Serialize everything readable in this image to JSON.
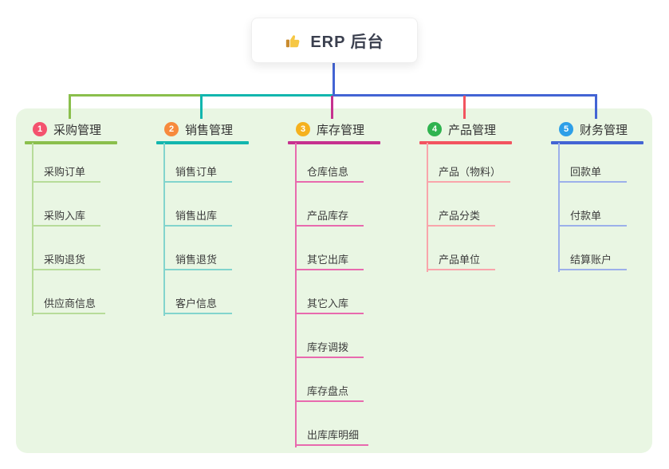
{
  "root": {
    "label": "ERP 后台",
    "icon": "thumbs-up-icon"
  },
  "branches": [
    {
      "index": "1",
      "label": "采购管理",
      "badge_color": "#f4526e",
      "line_color": "#8abf4c",
      "child_line_color": "#b7dc99",
      "children": [
        "采购订单",
        "采购入库",
        "采购退货",
        "供应商信息"
      ]
    },
    {
      "index": "2",
      "label": "销售管理",
      "badge_color": "#f78a3d",
      "line_color": "#12b6ae",
      "child_line_color": "#82d4cd",
      "children": [
        "销售订单",
        "销售出库",
        "销售退货",
        "客户信息"
      ]
    },
    {
      "index": "3",
      "label": "库存管理",
      "badge_color": "#f5b11e",
      "line_color": "#c6318f",
      "child_line_color": "#e86aae",
      "children": [
        "仓库信息",
        "产品库存",
        "其它出库",
        "其它入库",
        "库存调拨",
        "库存盘点",
        "出库库明细"
      ]
    },
    {
      "index": "4",
      "label": "产品管理",
      "badge_color": "#2fb34f",
      "line_color": "#f2545f",
      "child_line_color": "#f9a5ab",
      "children": [
        "产品（物料）",
        "产品分类",
        "产品单位"
      ]
    },
    {
      "index": "5",
      "label": "财务管理",
      "badge_color": "#2d9fe8",
      "line_color": "#4364d4",
      "child_line_color": "#9cb0ea",
      "children": [
        "回款单",
        "付款单",
        "结算账户"
      ]
    }
  ],
  "palette": {
    "panel_background": "#e9f6e3",
    "root_box_background": "#ffffff",
    "root_trunk_color": "#4364d4",
    "text_color": "#333333"
  }
}
